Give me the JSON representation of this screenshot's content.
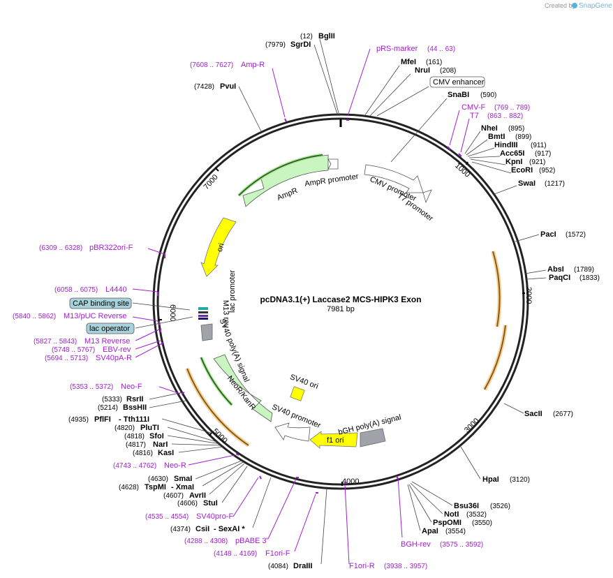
{
  "credit": {
    "created_by": "Created by",
    "brand": "SnapGene"
  },
  "plasmid": {
    "name": "pcDNA3.1(+) Laccase2 MCS-HIPK3 Exon",
    "size": "7981 bp"
  },
  "ticks": [
    "1000",
    "2000",
    "3000",
    "4000",
    "5000",
    "6000",
    "7000"
  ],
  "enzymes": [
    {
      "pos": "(12)",
      "name": "BglII"
    },
    {
      "pos": "(7979)",
      "name": "SgrDI"
    },
    {
      "pos": "(161)",
      "name": "MfeI"
    },
    {
      "pos": "(208)",
      "name": "NruI"
    },
    {
      "pos": "(590)",
      "name": "SnaBI"
    },
    {
      "pos": "(895)",
      "name": "NheI"
    },
    {
      "pos": "(899)",
      "name": "BmtI"
    },
    {
      "pos": "(911)",
      "name": "HindIII"
    },
    {
      "pos": "(917)",
      "name": "Acc65I"
    },
    {
      "pos": "(921)",
      "name": "KpnI"
    },
    {
      "pos": "(952)",
      "name": "EcoRI"
    },
    {
      "pos": "(1217)",
      "name": "SwaI"
    },
    {
      "pos": "(1572)",
      "name": "PacI"
    },
    {
      "pos": "(1789)",
      "name": "AbsI"
    },
    {
      "pos": "(1833)",
      "name": "PaqCI"
    },
    {
      "pos": "(2677)",
      "name": "SacII"
    },
    {
      "pos": "(3120)",
      "name": "HpaI"
    },
    {
      "pos": "(3526)",
      "name": "Bsu36I"
    },
    {
      "pos": "(3532)",
      "name": "NotI"
    },
    {
      "pos": "(3550)",
      "name": "PspOMI"
    },
    {
      "pos": "(3554)",
      "name": "ApaI"
    },
    {
      "pos": "(4084)",
      "name": "DraIII"
    },
    {
      "pos": "(4374)",
      "name": "CsiI"
    },
    {
      "pos": "(4374)",
      "name": "- SexAI *"
    },
    {
      "pos": "(4606)",
      "name": "StuI"
    },
    {
      "pos": "(4607)",
      "name": "AvrII"
    },
    {
      "pos": "(4628)",
      "name": "TspMI"
    },
    {
      "pos": "(4628)",
      "name": "- XmaI"
    },
    {
      "pos": "(4630)",
      "name": "SmaI"
    },
    {
      "pos": "(4816)",
      "name": "KasI"
    },
    {
      "pos": "(4817)",
      "name": "NarI"
    },
    {
      "pos": "(4818)",
      "name": "SfoI"
    },
    {
      "pos": "(4820)",
      "name": "PluTI"
    },
    {
      "pos": "(4935)",
      "name": "PflFI"
    },
    {
      "pos": "(4935)",
      "name": "- Tth111I"
    },
    {
      "pos": "(5214)",
      "name": "BssHII"
    },
    {
      "pos": "(5333)",
      "name": "RsrII"
    },
    {
      "pos": "(7428)",
      "name": "PvuI"
    }
  ],
  "primers": [
    {
      "name": "pRS-marker",
      "range": "(44 .. 63)"
    },
    {
      "name": "Amp-R",
      "range": "(7608 .. 7627)"
    },
    {
      "name": "CMV-F",
      "range": "(769 .. 789)"
    },
    {
      "name": "T7",
      "range": "(863 .. 882)"
    },
    {
      "name": "pBR322ori-F",
      "range": "(6309 .. 6328)"
    },
    {
      "name": "L4440",
      "range": "(6058 .. 6075)"
    },
    {
      "name": "M13/pUC Reverse",
      "range": "(5840 .. 5862)"
    },
    {
      "name": "M13 Reverse",
      "range": "(5827 .. 5843)"
    },
    {
      "name": "EBV-rev",
      "range": "(5748 .. 5767)"
    },
    {
      "name": "SV40pA-R",
      "range": "(5694 .. 5713)"
    },
    {
      "name": "Neo-F",
      "range": "(5353 .. 5372)"
    },
    {
      "name": "Neo-R",
      "range": "(4743 .. 4762)"
    },
    {
      "name": "SV40pro-F",
      "range": "(4535 .. 4554)"
    },
    {
      "name": "pBABE 3'",
      "range": "(4288 .. 4308)"
    },
    {
      "name": "F1ori-F",
      "range": "(4148 .. 4169)"
    },
    {
      "name": "F1ori-R",
      "range": "(3938 .. 3957)"
    },
    {
      "name": "BGH-rev",
      "range": "(3575 .. 3592)"
    }
  ],
  "boxed_features": [
    "CMV enhancer",
    "CAP binding site",
    "lac operator"
  ],
  "features": {
    "amp_r": "AmpR",
    "amp_r_promoter": "AmpR promoter",
    "cmv_promoter": "CMV promoter",
    "t7_promoter": "T7 promoter",
    "ori": "ori",
    "lac_promoter": "lac promoter",
    "m13_rev": "M13 rev",
    "sv40_polya": "SV40 poly(A) signal",
    "neor": "NeoR/KanR",
    "sv40_ori": "SV40 ori",
    "sv40_promoter": "SV40 promoter",
    "f1_ori": "f1 ori",
    "bgh_polya": "bGH poly(A) signal"
  },
  "colors": {
    "backbone": "#222222",
    "primer": "#a020d0",
    "feature_green": "#c8f5c0",
    "feature_yellow": "#ffff00",
    "orange_orf": "#e8a23c",
    "cap_box": "#a9d3dc",
    "polyA_gray": "#a0a4aa"
  }
}
